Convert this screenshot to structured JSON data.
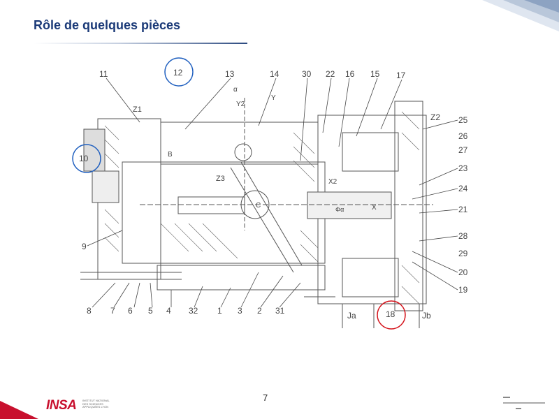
{
  "slide": {
    "title": "Rôle de quelques pièces",
    "page_number": "7"
  },
  "footer": {
    "logo_text": "INSA",
    "logo_subtext": "INSTITUT NATIONAL DES SCIENCES APPLIQUÉES LYON"
  },
  "diagram": {
    "labels_top": [
      "11",
      "12",
      "13",
      "14",
      "30",
      "22",
      "16",
      "15",
      "17"
    ],
    "labels_right": [
      "Z2",
      "25",
      "26",
      "27",
      "23",
      "24",
      "21",
      "28",
      "29",
      "20",
      "19"
    ],
    "labels_bottom": [
      "8",
      "7",
      "6",
      "5",
      "4",
      "32",
      "1",
      "3",
      "2",
      "31",
      "Ja",
      "18",
      "Jb"
    ],
    "labels_left": [
      "10",
      "9"
    ],
    "inner_labels": [
      "Z1",
      "Z3",
      "X",
      "Y",
      "Y2",
      "α",
      "B",
      "C",
      "X2",
      "Φα"
    ],
    "highlighted_blue": [
      "12",
      "10"
    ],
    "highlighted_red": [
      "18"
    ],
    "colors": {
      "blue_circle": "#1f5fbf",
      "red_circle": "#d4121a",
      "ink": "#444444"
    }
  }
}
